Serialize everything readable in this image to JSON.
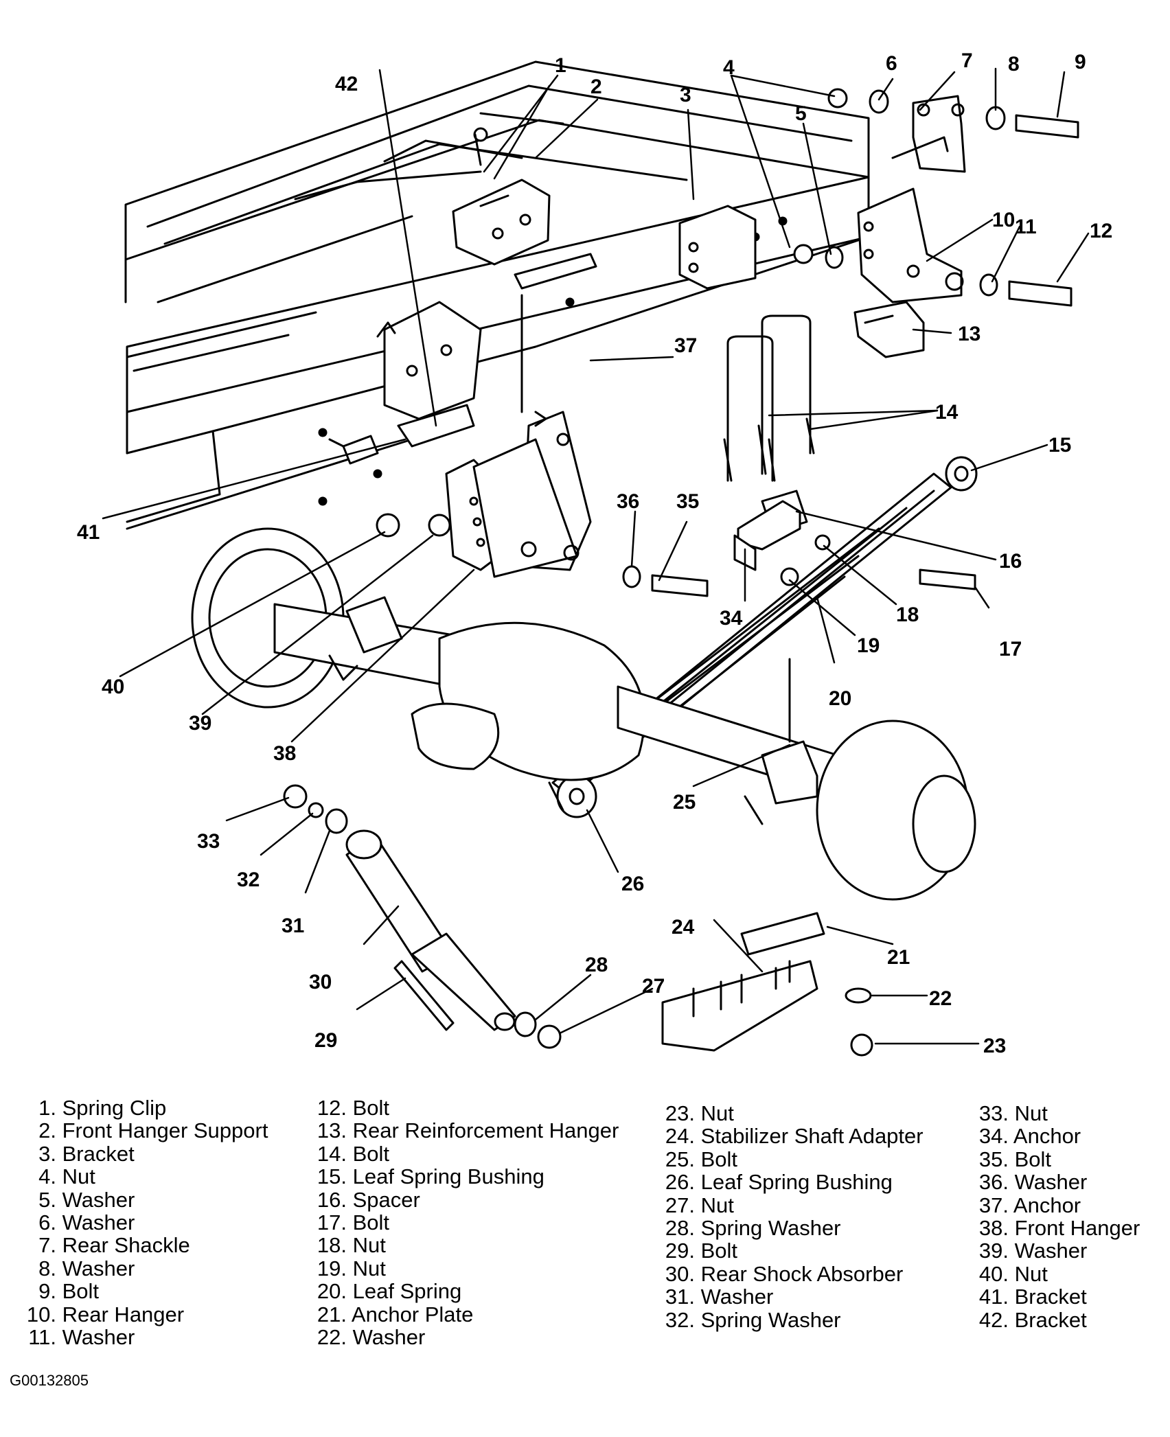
{
  "figure_id": "G00132805",
  "callouts": [
    "1",
    "2",
    "3",
    "4",
    "5",
    "6",
    "7",
    "8",
    "9",
    "10",
    "11",
    "12",
    "13",
    "14",
    "15",
    "16",
    "17",
    "18",
    "19",
    "20",
    "21",
    "22",
    "23",
    "24",
    "25",
    "26",
    "27",
    "28",
    "29",
    "30",
    "31",
    "32",
    "33",
    "34",
    "35",
    "36",
    "37",
    "38",
    "39",
    "40",
    "41",
    "42"
  ],
  "legend": {
    "col1": [
      {
        "num": "1.",
        "label": "Spring Clip"
      },
      {
        "num": "2.",
        "label": "Front Hanger Support"
      },
      {
        "num": "3.",
        "label": "Bracket"
      },
      {
        "num": "4.",
        "label": "Nut"
      },
      {
        "num": "5.",
        "label": "Washer"
      },
      {
        "num": "6.",
        "label": "Washer"
      },
      {
        "num": "7.",
        "label": "Rear Shackle"
      },
      {
        "num": "8.",
        "label": "Washer"
      },
      {
        "num": "9.",
        "label": "Bolt"
      },
      {
        "num": "10.",
        "label": "Rear Hanger"
      },
      {
        "num": "11.",
        "label": "Washer"
      }
    ],
    "col2": [
      {
        "num": "12.",
        "label": "Bolt"
      },
      {
        "num": "13.",
        "label": "Rear Reinforcement Hanger"
      },
      {
        "num": "14.",
        "label": "Bolt"
      },
      {
        "num": "15.",
        "label": "Leaf Spring Bushing"
      },
      {
        "num": "16.",
        "label": "Spacer"
      },
      {
        "num": "17.",
        "label": "Bolt"
      },
      {
        "num": "18.",
        "label": "Nut"
      },
      {
        "num": "19.",
        "label": "Nut"
      },
      {
        "num": "20.",
        "label": "Leaf Spring"
      },
      {
        "num": "21.",
        "label": "Anchor Plate"
      },
      {
        "num": "22.",
        "label": "Washer"
      }
    ],
    "col3": [
      {
        "num": "23.",
        "label": "Nut"
      },
      {
        "num": "24.",
        "label": "Stabilizer Shaft Adapter"
      },
      {
        "num": "25.",
        "label": "Bolt"
      },
      {
        "num": "26.",
        "label": "Leaf Spring Bushing"
      },
      {
        "num": "27.",
        "label": "Nut"
      },
      {
        "num": "28.",
        "label": "Spring Washer"
      },
      {
        "num": "29.",
        "label": "Bolt"
      },
      {
        "num": "30.",
        "label": "Rear Shock Absorber"
      },
      {
        "num": "31.",
        "label": "Washer"
      },
      {
        "num": "32.",
        "label": "Spring Washer"
      }
    ],
    "col4": [
      {
        "num": "33.",
        "label": "Nut"
      },
      {
        "num": "34.",
        "label": "Anchor"
      },
      {
        "num": "35.",
        "label": "Bolt"
      },
      {
        "num": "36.",
        "label": "Washer"
      },
      {
        "num": "37.",
        "label": "Anchor"
      },
      {
        "num": "38.",
        "label": "Front Hanger"
      },
      {
        "num": "39.",
        "label": "Washer"
      },
      {
        "num": "40.",
        "label": "Nut"
      },
      {
        "num": "41.",
        "label": "Bracket"
      },
      {
        "num": "42.",
        "label": "Bracket"
      }
    ]
  }
}
